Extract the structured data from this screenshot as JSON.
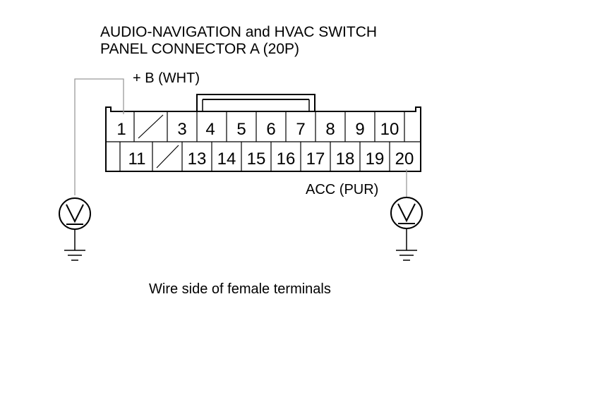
{
  "title_lines": [
    "AUDIO-NAVIGATION and HVAC SWITCH",
    "PANEL CONNECTOR A (20P)"
  ],
  "terminals": {
    "top_row": [
      "1",
      "",
      "3",
      "4",
      "5",
      "6",
      "7",
      "8",
      "9",
      "10"
    ],
    "bottom_row": [
      "",
      "11",
      "",
      "13",
      "14",
      "15",
      "16",
      "17",
      "18",
      "19",
      "20"
    ]
  },
  "probes": {
    "left_label": "+ B (WHT)",
    "right_label": "ACC (PUR)",
    "left_meter_icon": "voltmeter-icon",
    "right_meter_icon": "voltmeter-icon",
    "ground_icon": "ground-icon"
  },
  "caption": "Wire side of female terminals"
}
